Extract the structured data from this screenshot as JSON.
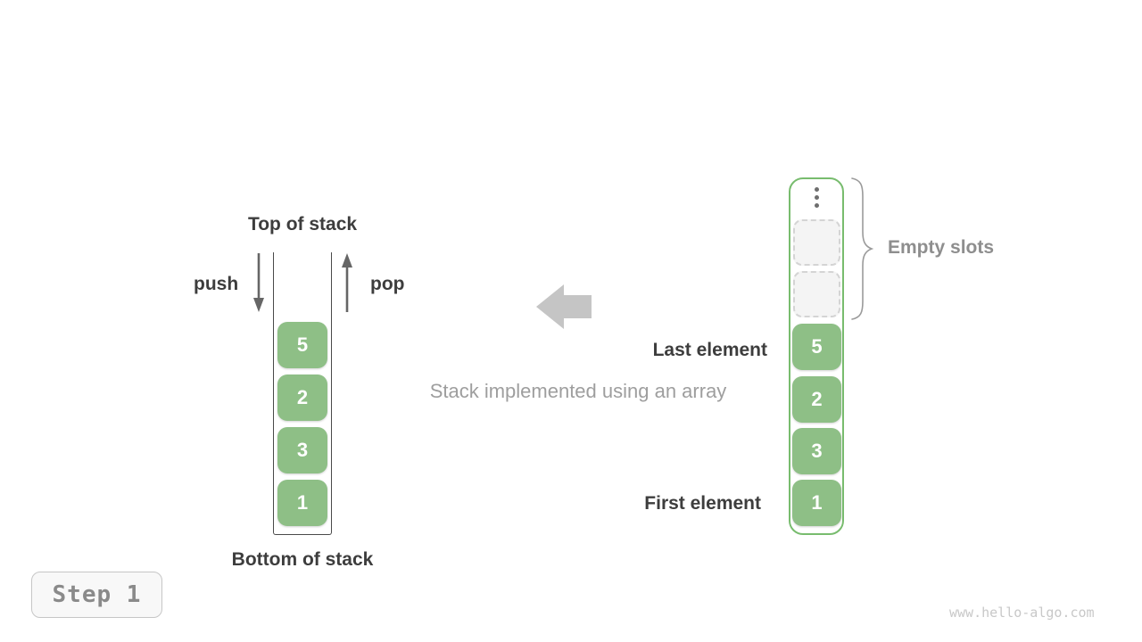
{
  "left_stack": {
    "top_label": "Top of stack",
    "bottom_label": "Bottom of stack",
    "push_label": "push",
    "pop_label": "pop",
    "elements": [
      "5",
      "2",
      "3",
      "1"
    ]
  },
  "middle": {
    "caption": "Stack implemented using an array",
    "arrow_icon": "left-arrow"
  },
  "array_stack": {
    "ellipsis_icon": "vertical-ellipsis",
    "empty_slot_count": 2,
    "elements": [
      "5",
      "2",
      "3",
      "1"
    ],
    "last_element_label": "Last element",
    "first_element_label": "First element",
    "empty_slots_label": "Empty slots"
  },
  "footer": {
    "step_label": "Step 1",
    "watermark": "www.hello-algo.com"
  },
  "colors": {
    "element_green": "#8ebf86",
    "container_green": "#78bc6e",
    "label_dark": "#3d3d3d",
    "muted_gray": "#9e9e9e",
    "arrow_gray": "#c5c5c5",
    "slot_fill": "#f4f4f4",
    "slot_border": "#d4d4d4"
  }
}
